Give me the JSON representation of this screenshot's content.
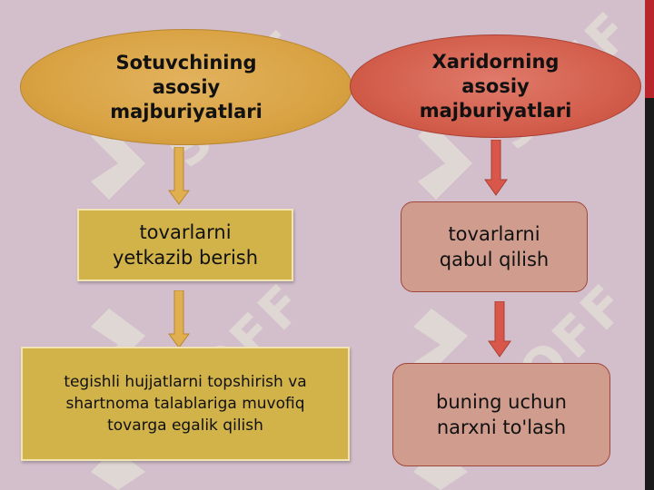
{
  "diagram": {
    "seller": {
      "title": "Sotuvchining asosiy majburiyatlari",
      "steps": [
        "tovarlarni yetkazib berish",
        "tegishli hujjatlarni topshirish va shartnoma talablariga muvofiq tovarga egalik qilish"
      ]
    },
    "buyer": {
      "title": "Xaridorning asosiy majburiyatlari",
      "steps": [
        "tovarlarni qabul qilish",
        "buning uchun narxni to'lash"
      ]
    }
  },
  "watermark": {
    "text": "SOFF"
  },
  "colors": {
    "background": "#d3bfcc",
    "seller_ellipse": "#d9a344",
    "buyer_ellipse": "#d35e4c",
    "seller_box": "#d1b34a",
    "buyer_box": "#d09c8d",
    "seller_arrow": "#e0b050",
    "buyer_arrow": "#d9574a",
    "edge_bar": "#1a1a1a",
    "edge_accent": "#b8262c"
  }
}
